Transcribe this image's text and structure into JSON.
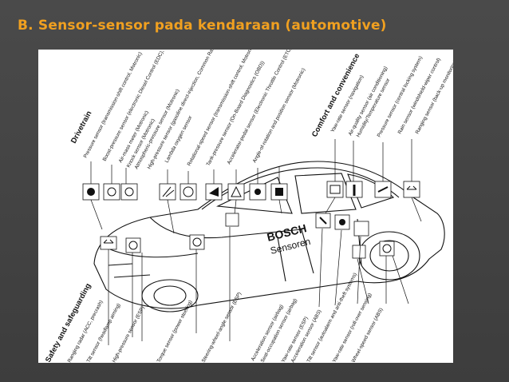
{
  "slide": {
    "title": "B.  Sensor-sensor pada kendaraan (automotive)"
  },
  "figure": {
    "brand_badge": "BOSCH",
    "brand_subtitle": "Sensoren",
    "top_headings": {
      "drivetrain": "Drivetrain",
      "comfort": "Comfort and convenience"
    },
    "top_labels": [
      "Pressure sensor (transmission-shift control, Motronic)",
      "Boost-pressure sensor (electronic Diesel Control (EDC), Motronic)",
      "Air-mass meter (Motronic)",
      "Knock sensor (Motronic)",
      "Atmospheric-pressure sensor (Motronic)",
      "High-pressure sensor (gasoline direct-injection, Common Rail)",
      "Lambda oxygen sensor",
      "Rotational-speed sensor (transmission-shift control, Motronic)",
      "Tank-pressure sensor (On-Board Diagnostics (OBD))",
      "Accelerator-pedal sensor (Electronic Throttle Control (ETC), electrohydraulic brake (EHB))",
      "Angle-of-rotation and position sensor (Motronic)",
      "Yaw-rate sensor (navigation)",
      "Air-quality sensor (air conditioning)",
      "Humidity/Temperature sensor",
      "Pressure sensor (central locking system)",
      "Rain sensor (windshield-wiper control)",
      "Ranging sensor (back-up monitoring)"
    ],
    "bottom_heading": "Safety and safeguarding",
    "bottom_left_labels": [
      "Ranging radar (ACC, precrash)",
      "Tilt sensor (headlamp aiming)",
      "High-pressure sensor (ESP)",
      "Torque sensor (power steering)",
      "Steering-wheel-angle sensor (ESP)"
    ],
    "bottom_right_labels": [
      "Acceleration sensor (airbag)",
      "Seat-occupation sensor (airbag)",
      "Yaw-rate sensor (ESP)",
      "Acceleration sensor (ABS)",
      "Tilt sensor (autoalarm and anti-theft systems)",
      "Yaw-rate sensor (roll-over sensing)",
      "Wheel-speed sensor (ABS)"
    ]
  }
}
